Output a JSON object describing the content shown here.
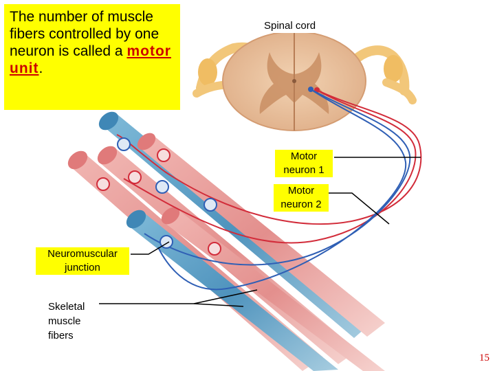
{
  "title": {
    "before": "The number of muscle fibers controlled by one neuron is called a ",
    "term": "motor unit",
    "after": "."
  },
  "labels": {
    "spinal_cord": "Spinal cord",
    "motor_neuron_1": "Motor neuron 1",
    "motor_neuron_2": "Motor neuron 2",
    "neuromuscular_junction": "Neuromuscular junction",
    "skeletal_muscle_fibers": "Skeletal muscle fibers"
  },
  "page_number": "15",
  "colors": {
    "highlight": "#ffff00",
    "term": "#cc0000",
    "neuron_1": "#d22c3a",
    "neuron_2": "#2f5fb5",
    "muscle_blue": "#5a9ec4",
    "muscle_pink": "#e59a98",
    "spinal_grey": "#e8b98e",
    "spinal_white": "#f4d7b4",
    "nerve_root": "#f2c77a"
  }
}
